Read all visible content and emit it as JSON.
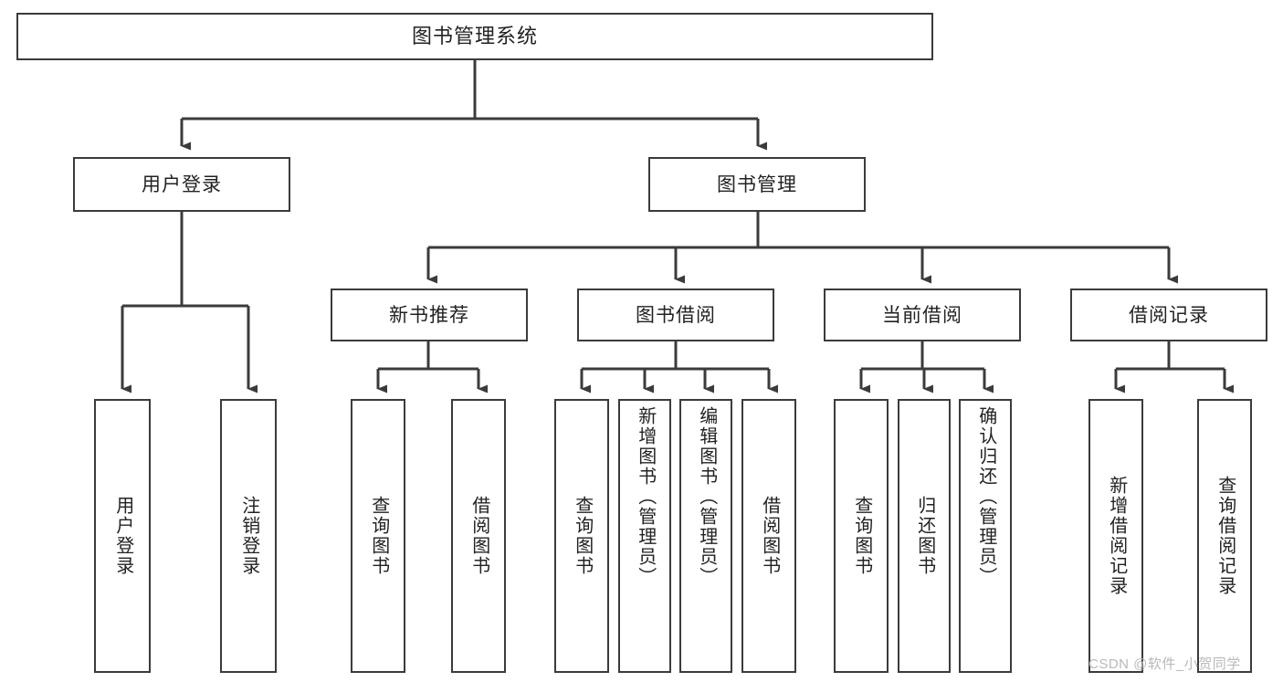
{
  "diagram": {
    "type": "tree",
    "title": "图书管理系统",
    "watermark": "CSDN @软件_小贺同学",
    "colors": {
      "background": "#ffffff",
      "line": "#3b3b3b",
      "box_border": "#3b3b3b",
      "text": "#222222",
      "watermark": "#b9b9b9"
    },
    "nodes": {
      "root": {
        "label": "图书管理系统"
      },
      "level1": [
        {
          "label": "用户登录"
        },
        {
          "label": "图书管理"
        }
      ],
      "level2": [
        {
          "label": "新书推荐"
        },
        {
          "label": "图书借阅"
        },
        {
          "label": "当前借阅"
        },
        {
          "label": "借阅记录"
        }
      ],
      "leaves": {
        "user_login": [
          {
            "label": "用户登录"
          },
          {
            "label": "注销登录"
          }
        ],
        "new_book_recommend": [
          {
            "label": "查询图书"
          },
          {
            "label": "借阅图书"
          }
        ],
        "book_borrow": [
          {
            "label": "查询图书"
          },
          {
            "label": "新增图书（管理员）"
          },
          {
            "label": "编辑图书（管理员）"
          },
          {
            "label": "借阅图书"
          }
        ],
        "current_borrow": [
          {
            "label": "查询图书"
          },
          {
            "label": "归还图书"
          },
          {
            "label": "确认归还（管理员）"
          }
        ],
        "borrow_record": [
          {
            "label": "新增借阅记录"
          },
          {
            "label": "查询借阅记录"
          }
        ]
      }
    }
  }
}
